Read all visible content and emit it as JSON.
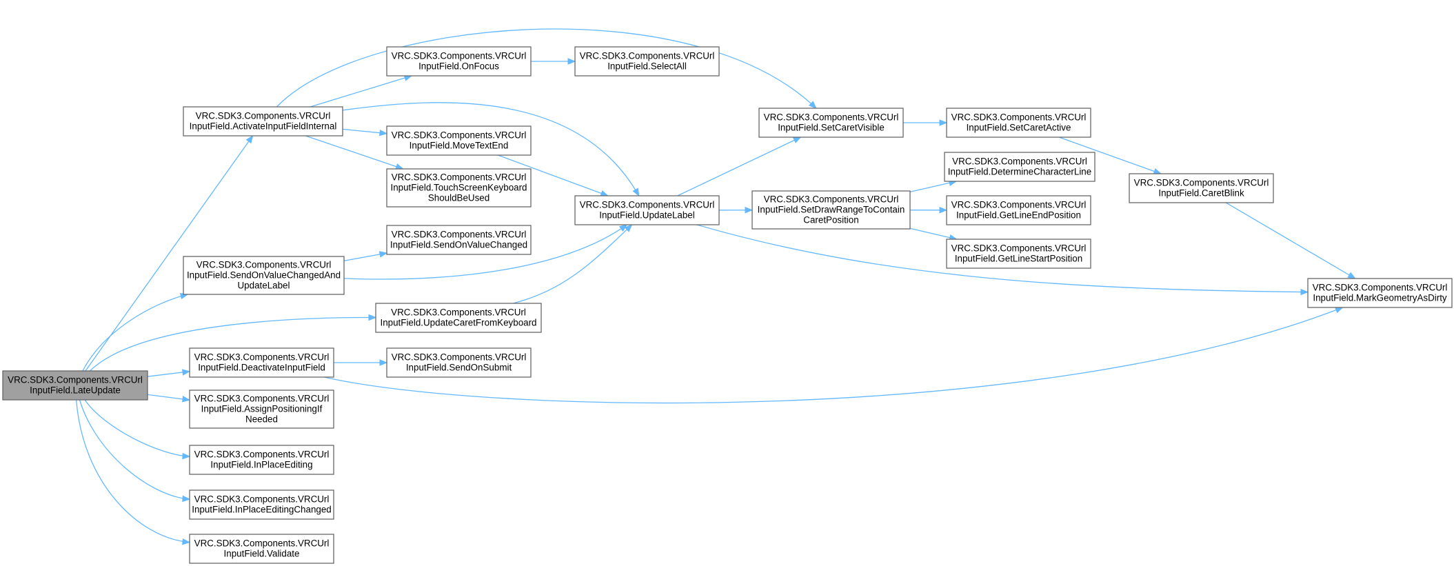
{
  "colors": {
    "edge": "#63b8ff",
    "node_border": "#666666",
    "root_fill": "#a0a0a0",
    "node_fill": "#ffffff"
  },
  "nodes": [
    {
      "id": "LateUpdate",
      "lines": [
        "VRC.SDK3.Components.VRCUrl",
        "InputField.LateUpdate"
      ],
      "root": true
    },
    {
      "id": "ActivateInputFieldInternal",
      "lines": [
        "VRC.SDK3.Components.VRCUrl",
        "InputField.ActivateInputFieldInternal"
      ]
    },
    {
      "id": "SendOnValueChangedAndUpdateLabel",
      "lines": [
        "VRC.SDK3.Components.VRCUrl",
        "InputField.SendOnValueChangedAnd",
        "UpdateLabel"
      ]
    },
    {
      "id": "UpdateCaretFromKeyboard",
      "lines": [
        "VRC.SDK3.Components.VRCUrl",
        "InputField.UpdateCaretFromKeyboard"
      ]
    },
    {
      "id": "DeactivateInputField",
      "lines": [
        "VRC.SDK3.Components.VRCUrl",
        "InputField.DeactivateInputField"
      ]
    },
    {
      "id": "AssignPositioningIfNeeded",
      "lines": [
        "VRC.SDK3.Components.VRCUrl",
        "InputField.AssignPositioningIf",
        "Needed"
      ]
    },
    {
      "id": "InPlaceEditing",
      "lines": [
        "VRC.SDK3.Components.VRCUrl",
        "InputField.InPlaceEditing"
      ]
    },
    {
      "id": "InPlaceEditingChanged",
      "lines": [
        "VRC.SDK3.Components.VRCUrl",
        "InputField.InPlaceEditingChanged"
      ]
    },
    {
      "id": "Validate",
      "lines": [
        "VRC.SDK3.Components.VRCUrl",
        "InputField.Validate"
      ]
    },
    {
      "id": "OnFocus",
      "lines": [
        "VRC.SDK3.Components.VRCUrl",
        "InputField.OnFocus"
      ]
    },
    {
      "id": "MoveTextEnd",
      "lines": [
        "VRC.SDK3.Components.VRCUrl",
        "InputField.MoveTextEnd"
      ]
    },
    {
      "id": "TouchScreenKeyboardShouldBeUsed",
      "lines": [
        "VRC.SDK3.Components.VRCUrl",
        "InputField.TouchScreenKeyboard",
        "ShouldBeUsed"
      ]
    },
    {
      "id": "SendOnValueChanged",
      "lines": [
        "VRC.SDK3.Components.VRCUrl",
        "InputField.SendOnValueChanged"
      ]
    },
    {
      "id": "SendOnSubmit",
      "lines": [
        "VRC.SDK3.Components.VRCUrl",
        "InputField.SendOnSubmit"
      ]
    },
    {
      "id": "SelectAll",
      "lines": [
        "VRC.SDK3.Components.VRCUrl",
        "InputField.SelectAll"
      ]
    },
    {
      "id": "UpdateLabel",
      "lines": [
        "VRC.SDK3.Components.VRCUrl",
        "InputField.UpdateLabel"
      ]
    },
    {
      "id": "SetCaretVisible",
      "lines": [
        "VRC.SDK3.Components.VRCUrl",
        "InputField.SetCaretVisible"
      ]
    },
    {
      "id": "SetDrawRangeToContainCaretPosition",
      "lines": [
        "VRC.SDK3.Components.VRCUrl",
        "InputField.SetDrawRangeToContain",
        "CaretPosition"
      ]
    },
    {
      "id": "SetCaretActive",
      "lines": [
        "VRC.SDK3.Components.VRCUrl",
        "InputField.SetCaretActive"
      ]
    },
    {
      "id": "DetermineCharacterLine",
      "lines": [
        "VRC.SDK3.Components.VRCUrl",
        "InputField.DetermineCharacterLine"
      ]
    },
    {
      "id": "GetLineEndPosition",
      "lines": [
        "VRC.SDK3.Components.VRCUrl",
        "InputField.GetLineEndPosition"
      ]
    },
    {
      "id": "GetLineStartPosition",
      "lines": [
        "VRC.SDK3.Components.VRCUrl",
        "InputField.GetLineStartPosition"
      ]
    },
    {
      "id": "CaretBlink",
      "lines": [
        "VRC.SDK3.Components.VRCUrl",
        "InputField.CaretBlink"
      ]
    },
    {
      "id": "MarkGeometryAsDirty",
      "lines": [
        "VRC.SDK3.Components.VRCUrl",
        "InputField.MarkGeometryAsDirty"
      ]
    }
  ],
  "edges": [
    {
      "from": "LateUpdate",
      "to": "ActivateInputFieldInternal"
    },
    {
      "from": "LateUpdate",
      "to": "SendOnValueChangedAndUpdateLabel"
    },
    {
      "from": "LateUpdate",
      "to": "UpdateCaretFromKeyboard"
    },
    {
      "from": "LateUpdate",
      "to": "DeactivateInputField"
    },
    {
      "from": "LateUpdate",
      "to": "AssignPositioningIfNeeded"
    },
    {
      "from": "LateUpdate",
      "to": "InPlaceEditing"
    },
    {
      "from": "LateUpdate",
      "to": "InPlaceEditingChanged"
    },
    {
      "from": "LateUpdate",
      "to": "Validate"
    },
    {
      "from": "ActivateInputFieldInternal",
      "to": "OnFocus"
    },
    {
      "from": "ActivateInputFieldInternal",
      "to": "SetCaretVisible"
    },
    {
      "from": "ActivateInputFieldInternal",
      "to": "UpdateLabel"
    },
    {
      "from": "ActivateInputFieldInternal",
      "to": "MoveTextEnd"
    },
    {
      "from": "ActivateInputFieldInternal",
      "to": "TouchScreenKeyboardShouldBeUsed"
    },
    {
      "from": "OnFocus",
      "to": "SelectAll"
    },
    {
      "from": "MoveTextEnd",
      "to": "UpdateLabel"
    },
    {
      "from": "SendOnValueChangedAndUpdateLabel",
      "to": "SendOnValueChanged"
    },
    {
      "from": "SendOnValueChangedAndUpdateLabel",
      "to": "UpdateLabel"
    },
    {
      "from": "UpdateCaretFromKeyboard",
      "to": "UpdateLabel"
    },
    {
      "from": "DeactivateInputField",
      "to": "SendOnSubmit"
    },
    {
      "from": "DeactivateInputField",
      "to": "MarkGeometryAsDirty"
    },
    {
      "from": "UpdateLabel",
      "to": "SetCaretVisible"
    },
    {
      "from": "UpdateLabel",
      "to": "SetDrawRangeToContainCaretPosition"
    },
    {
      "from": "UpdateLabel",
      "to": "MarkGeometryAsDirty"
    },
    {
      "from": "SetCaretVisible",
      "to": "SetCaretActive"
    },
    {
      "from": "SetCaretActive",
      "to": "CaretBlink"
    },
    {
      "from": "CaretBlink",
      "to": "MarkGeometryAsDirty"
    },
    {
      "from": "SetDrawRangeToContainCaretPosition",
      "to": "DetermineCharacterLine"
    },
    {
      "from": "SetDrawRangeToContainCaretPosition",
      "to": "GetLineEndPosition"
    },
    {
      "from": "SetDrawRangeToContainCaretPosition",
      "to": "GetLineStartPosition"
    }
  ]
}
